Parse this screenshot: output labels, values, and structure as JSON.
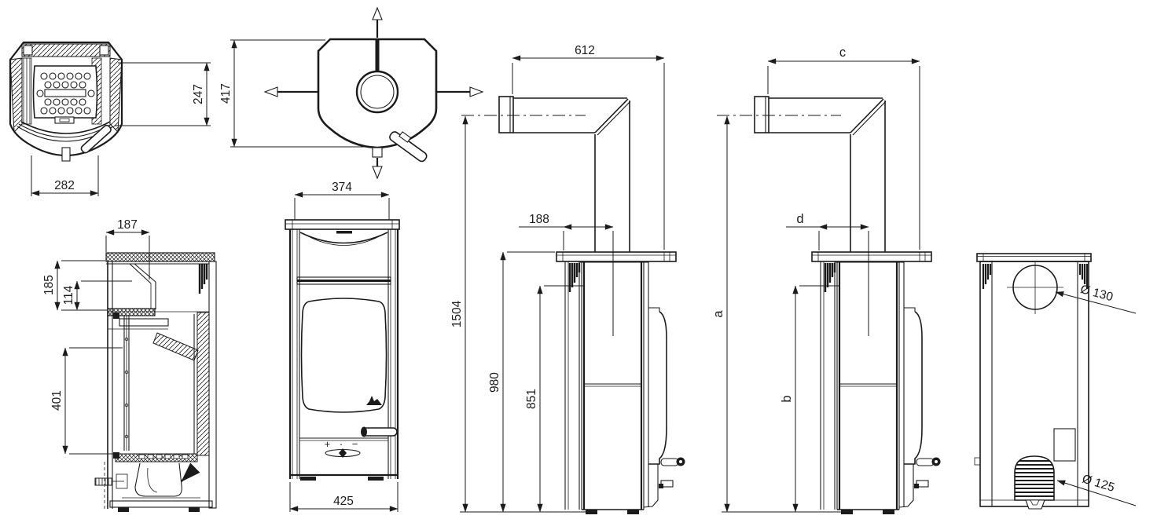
{
  "drawing": {
    "background": "#ffffff",
    "line_color": "#1b1b1b",
    "views": {
      "top_section": {
        "dim_width": "282",
        "dim_depth": "247"
      },
      "top": {
        "dim_depth_overall": "417",
        "dim_width_top": "374"
      },
      "side_section": {
        "dim_top_plate_depth": "187",
        "dim_collar_height": "185",
        "dim_funnel_height": "114",
        "dim_glass_height": "401"
      },
      "front": {
        "dim_width_base": "425",
        "air_control": "+ · −"
      },
      "side_dimensioned": {
        "dim_flue_depth": "612",
        "dim_flue_offset": "188",
        "dim_flue_center_height": "1504",
        "dim_body_height": "980",
        "dim_rear_outlet_height": "851"
      },
      "side_lettered": {
        "dim_flue_depth": "c",
        "dim_flue_offset": "d",
        "dim_flue_center_height": "a",
        "dim_rear_outlet_height": "b"
      },
      "rear": {
        "dim_flue_diameter": "Ø 130",
        "dim_intake_diameter": "Ø 125"
      }
    }
  }
}
